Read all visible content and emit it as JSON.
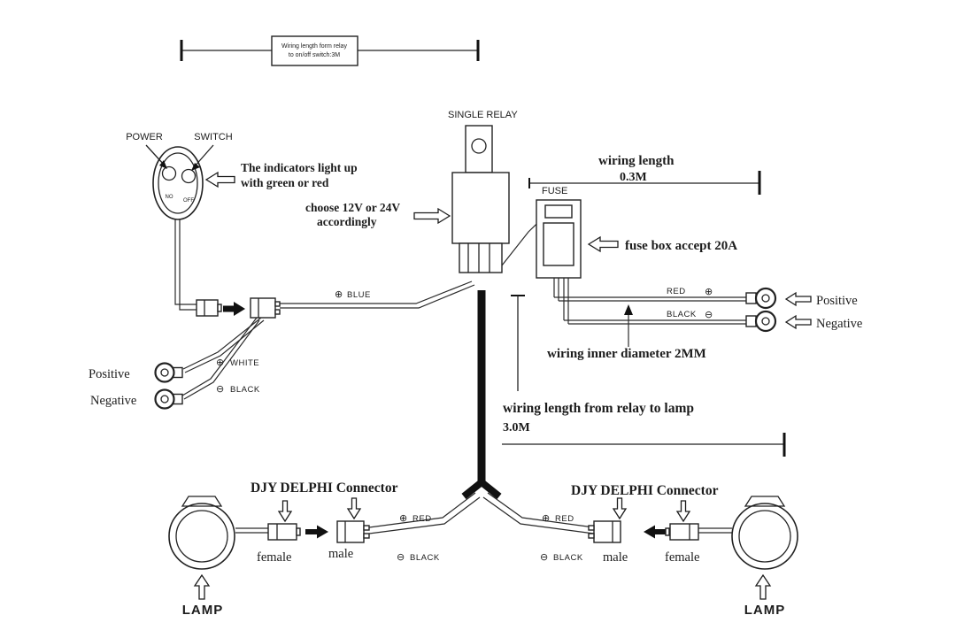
{
  "diagram": {
    "top_note": {
      "line1": "Wiring length form relay",
      "line2": "to on/off switch:3M"
    },
    "switch_area": {
      "power_label": "POWER",
      "switch_label": "SWITCH",
      "no_label": "NO",
      "off_label": "OFF",
      "indicator_note_line1": "The indicators light up",
      "indicator_note_line2": "with green or red"
    },
    "relay_area": {
      "title": "SINGLE RELAY",
      "voltage_note_line1": "choose 12V or 24V",
      "voltage_note_line2": "accordingly"
    },
    "fuse_area": {
      "label": "FUSE",
      "note": "fuse box accept 20A"
    },
    "top_measure": {
      "label": "wiring length",
      "value": "0.3M"
    },
    "right_terminals": {
      "red_label": "RED",
      "red_sym": "⊕",
      "black_label": "BLACK",
      "black_sym": "⊖",
      "positive": "Positive",
      "negative": "Negative",
      "diameter_note": "wiring inner diameter 2MM"
    },
    "switch_wires": {
      "blue_sym": "⊕",
      "blue_label": "BLUE",
      "white_sym": "⊕",
      "white_label": "WHITE",
      "black_sym": "⊖",
      "black_label": "BLACK",
      "positive": "Positive",
      "negative": "Negative"
    },
    "lamp_measure": {
      "label": "wiring length from relay to lamp",
      "value": "3.0M"
    },
    "left_lamp": {
      "connector_title": "DJY DELPHI Connector",
      "female": "female",
      "male": "male",
      "red_sym": "⊕",
      "red_label": "RED",
      "black_sym": "⊖",
      "black_label": "BLACK",
      "lamp": "LAMP"
    },
    "right_lamp": {
      "connector_title": "DJY DELPHI Connector",
      "male": "male",
      "female": "female",
      "red_sym": "⊕",
      "red_label": "RED",
      "black_sym": "⊖",
      "black_label": "BLACK",
      "lamp": "LAMP"
    }
  }
}
